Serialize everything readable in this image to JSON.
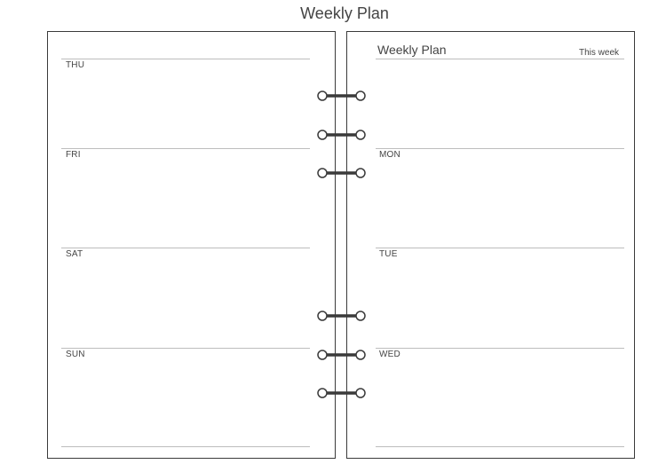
{
  "caption": "Weekly Plan",
  "left_page": {
    "days": [
      "THU",
      "FRI",
      "SAT",
      "SUN"
    ]
  },
  "right_page": {
    "title": "Weekly Plan",
    "subtitle": "This week",
    "days": [
      "MON",
      "TUE",
      "WED"
    ]
  }
}
